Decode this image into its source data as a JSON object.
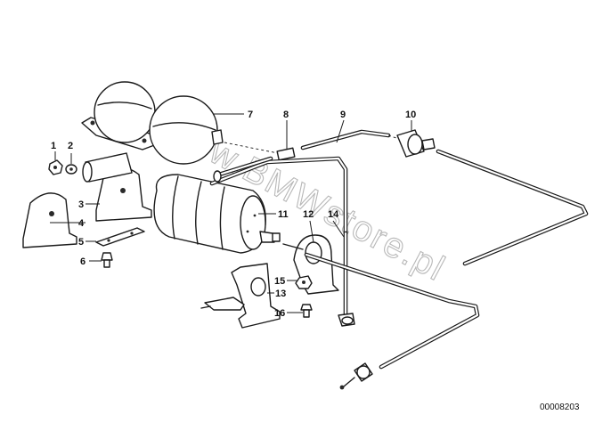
{
  "watermark": "www.BMWstore.pl",
  "diagram_code": "00008203",
  "callouts": [
    {
      "label": "1"
    },
    {
      "label": "2"
    },
    {
      "label": "3"
    },
    {
      "label": "4"
    },
    {
      "label": "5"
    },
    {
      "label": "6"
    },
    {
      "label": "7"
    },
    {
      "label": "8"
    },
    {
      "label": "9"
    },
    {
      "label": "10"
    },
    {
      "label": "11"
    },
    {
      "label": "12"
    },
    {
      "label": "13"
    },
    {
      "label": "14"
    },
    {
      "label": "15"
    },
    {
      "label": "16"
    }
  ]
}
